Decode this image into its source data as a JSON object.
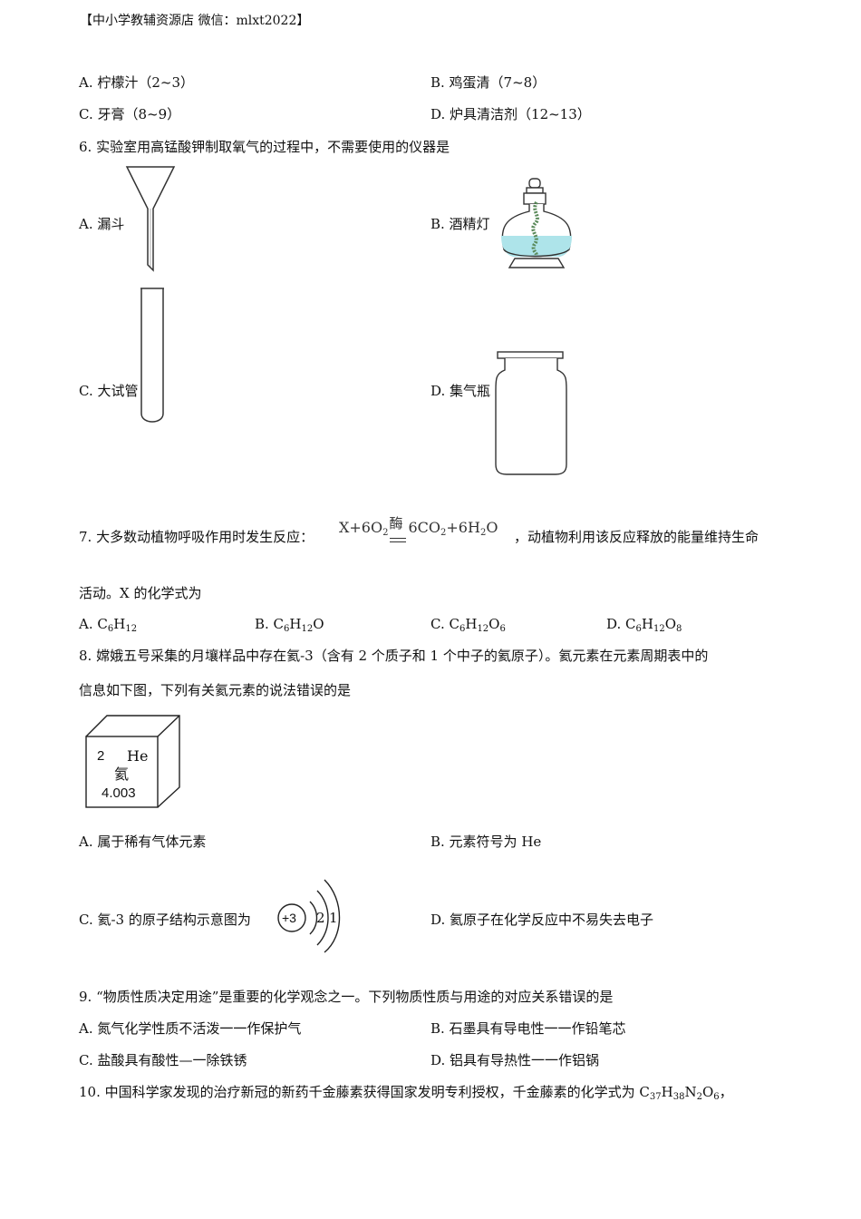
{
  "header": {
    "text": "【中小学教辅资源店  微信：mlxt2022】"
  },
  "q5": {
    "a": "A. 柠檬汁（2~3）",
    "b": "B. 鸡蛋清（7~8）",
    "c": "C. 牙膏（8~9）",
    "d": "D. 炉具清洁剂（12~13）"
  },
  "q6": {
    "stem": "6. 实验室用高锰酸钾制取氧气的过程中，不需要使用的仪器是",
    "a": "A. 漏斗",
    "b": "B. 酒精灯",
    "c": "C. 大试管",
    "d": "D. 集气瓶"
  },
  "q7": {
    "stem_pre": "7. 大多数动植物呼吸作用时发生反应：",
    "eq_left": "X+6O",
    "eq_sub1": "2",
    "eq_condition": "酶",
    "eq_right1": "6CO",
    "eq_sub2": "2",
    "eq_right2": "+6H",
    "eq_sub3": "2",
    "eq_right3": "O",
    "stem_post": "，动植物利用该反应释放的能量维持生命",
    "stem_line2": "活动。X 的化学式为",
    "a": {
      "label": "A. C",
      "s1": "6",
      "m1": "H",
      "s2": "12",
      "m2": "",
      "s3": ""
    },
    "b": {
      "label": "B. C",
      "s1": "6",
      "m1": "H",
      "s2": "12",
      "m2": "O",
      "s3": ""
    },
    "c": {
      "label": "C. C",
      "s1": "6",
      "m1": "H",
      "s2": "12",
      "m2": "O",
      "s3": "6"
    },
    "d": {
      "label": "D. C",
      "s1": "6",
      "m1": "H",
      "s2": "12",
      "m2": "O",
      "s3": "8"
    }
  },
  "q8": {
    "stem1": "8. 嫦娥五号采集的月壤样品中存在氦-3（含有 2 个质子和 1 个中子的氦原子）。氦元素在元素周期表中的",
    "stem2": "信息如下图，下列有关氦元素的说法错误的是",
    "cell": {
      "number": "2",
      "symbol": "He",
      "name": "氦",
      "mass": "4.003"
    },
    "a": "A. 属于稀有气体元素",
    "b": "B. 元素符号为 He",
    "c": "C. 氦-3 的原子结构示意图为",
    "d": "D. 氦原子在化学反应中不易失去电子",
    "atom": {
      "nucleus": "+3",
      "shell1": "2",
      "shell2": "1"
    }
  },
  "q9": {
    "stem": "9. “物质性质决定用途”是重要的化学观念之一。下列物质性质与用途的对应关系错误的是",
    "a": "A. 氮气化学性质不活泼一一作保护气",
    "b": "B. 石墨具有导电性一一作铅笔芯",
    "c": "C. 盐酸具有酸性—一除铁锈",
    "d": "D. 铝具有导热性一一作铝锅"
  },
  "q10": {
    "stem_pre": "10. 中国科学家发现的治疗新冠的新药千金藤素获得国家发明专利授权，千金藤素的化学式为 C",
    "s1": "37",
    "m1": "H",
    "s2": "38",
    "m2": "N",
    "s3": "2",
    "m3": "O",
    "s4": "6",
    "tail": "，"
  }
}
